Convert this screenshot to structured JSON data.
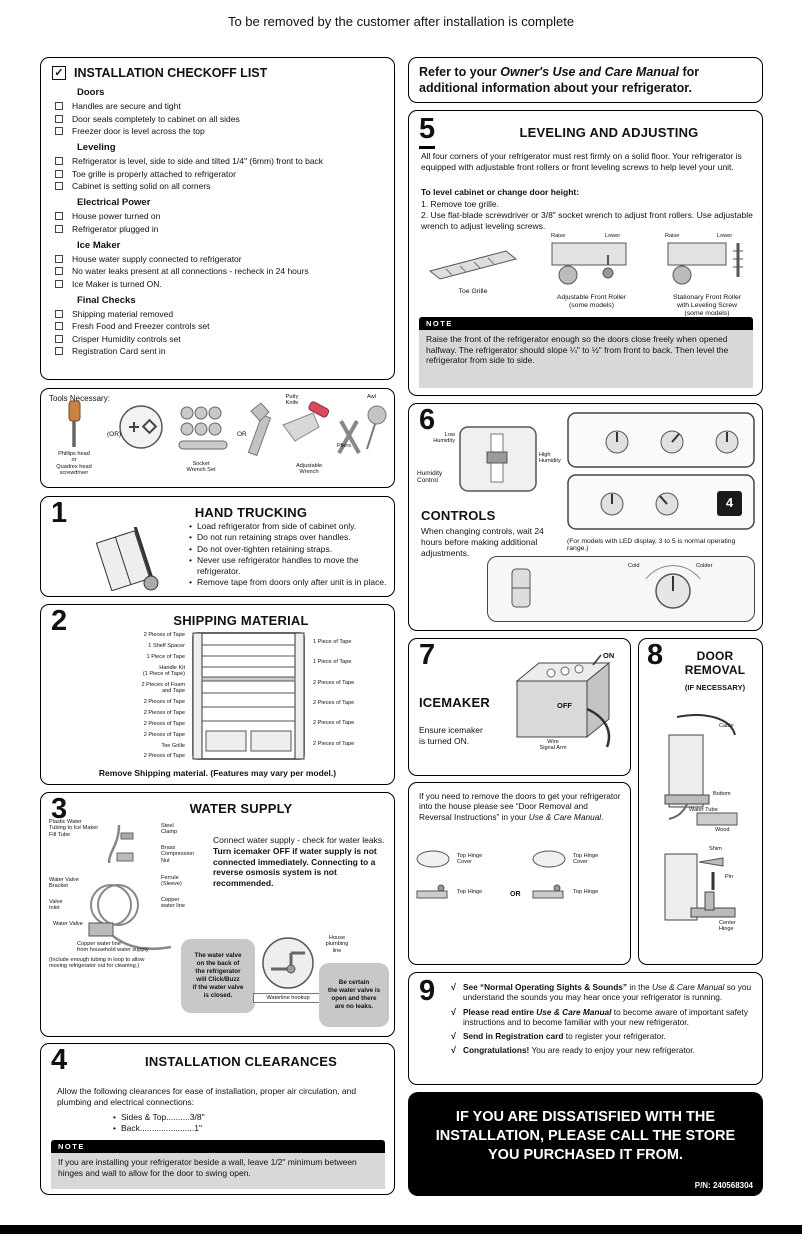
{
  "page": {
    "top_note": "To be removed by the customer after installation is complete"
  },
  "checkoff": {
    "title": "INSTALLATION CHECKOFF LIST",
    "check_glyph": "✓",
    "groups": [
      {
        "heading": "Doors",
        "items": [
          "Handles are secure and tight",
          "Door seals completely to cabinet on all sides",
          "Freezer door is level across the top"
        ]
      },
      {
        "heading": "Leveling",
        "items": [
          "Refrigerator is level, side to side and tilted 1/4\" (6mm) front to back",
          "Toe grille is properly attached to refrigerator",
          "Cabinet is setting solid on all corners"
        ]
      },
      {
        "heading": "Electrical Power",
        "items": [
          "House power turned on",
          "Refrigerator plugged in"
        ]
      },
      {
        "heading": "Ice Maker",
        "items": [
          "House water supply connected to refrigerator",
          "No water leaks present at all connections - recheck in 24 hours",
          "Ice Maker is turned ON."
        ]
      },
      {
        "heading": "Final Checks",
        "items": [
          "Shipping material removed",
          "Fresh Food and Freezer controls set",
          "Crisper Humidity controls set",
          "Registration Card sent in"
        ]
      }
    ]
  },
  "tools": {
    "title": "Tools Necessary:",
    "screwdriver_label": "Phillips  head\nor\nQuadrex  head\nscrewdriver",
    "or1": "(OR)",
    "socket_label": "Socket\nWrench Set",
    "or2": "OR",
    "putty_label": "Putty\nKnife",
    "wrench_label": "Adjustable\nWrench",
    "pliers_label": "Pliers",
    "awl_label": "Awl"
  },
  "hand_trucking": {
    "number": "1",
    "title": "HAND TRUCKING",
    "bullets": [
      "Load refrigerator from side of cabinet only.",
      "Do not run retaining straps over handles.",
      "Do not over-tighten retaining straps.",
      "Never use refrigerator handles to move the refrigerator.",
      "Remove tape from doors only after unit is in place."
    ]
  },
  "shipping": {
    "number": "2",
    "title": "SHIPPING MATERIAL",
    "left_labels": [
      "2 Pieces of Tape",
      "1 Shelf Spacer",
      "1 Piece of Tape",
      "Handle Kit\n(1 Piece of Tape)",
      "2 Pieces of Foam\nand Tape",
      "2 Pieces of Tape",
      "2 Pieces of Tape",
      "2 Pieces of Tape",
      "2 Pieces of Tape",
      "Toe Grille",
      "2 Pieces of Tape"
    ],
    "right_labels": [
      "1 Piece of Tape",
      "1 Piece of Tape",
      "2 Pieces of Tape",
      "2 Pieces of Tape",
      "2 Pieces of Tape",
      "2 Pieces of Tape"
    ],
    "caption": "Remove Shipping material. (Features may vary per model.)"
  },
  "water_supply": {
    "number": "3",
    "title": "WATER SUPPLY",
    "intro_normal": "Connect water supply - check for water leaks. ",
    "intro_bold": "Turn icemaker OFF if water supply is not connected immediately. Connecting to a reverse osmosis system is not recommended.",
    "labels": {
      "plastic": "Plastic Water\nTubing to Ice Maker\nFill Tube",
      "clamp": "Steel\nClamp",
      "nut": "Brass\nCompression\nNut",
      "ferrule": "Ferrule\n(Sleeve)",
      "copper": "Copper\nwater line",
      "bracket": "Water Valve\nBracket",
      "inlet": "Valve\nInlet",
      "valve": "Water Valve",
      "household": "Copper water line\nfrom household water supply",
      "loop_note": "(Include enough tubing in loop to allow\nmoving refrigerator out for cleaning.)"
    },
    "valve_note": "The water valve\non the back of\nthe refrigerator\nwill Click/Buzz\nif the water valve\nis closed.",
    "hookup_label": "Waterline hookup",
    "house_label": "House\nplumbing\nline",
    "be_certain": "Be certain\nthe water valve is\nopen and there\nare no leaks."
  },
  "clearances": {
    "number": "4",
    "title": "INSTALLATION CLEARANCES",
    "intro": "Allow the following clearances for ease of installation, proper air circulation, and plumbing and electrical connections:",
    "items": [
      "Sides & Top..........3/8\"",
      "Back.......................1\""
    ],
    "note_title": "NOTE",
    "note_body": "If you are installing your refrigerator beside a wall, leave 1/2\" minimum between hinges and wall to allow for the door to swing open."
  },
  "refer": {
    "pre": "Refer to your ",
    "manual": "Owner's Use and Care Manual",
    "post": " for additional information about your refrigerator."
  },
  "leveling": {
    "number": "5",
    "title": "LEVELING AND ADJUSTING",
    "intro": "All four corners of your refrigerator must rest firmly on a solid floor. Your refrigerator is equipped with adjustable front rollers or front leveling screws to help level your unit.",
    "subhead": "To level cabinet or change door height:",
    "steps": [
      "1. Remove toe grille.",
      "2. Use flat-blade screwdriver or 3/8\" socket wrench to adjust front rollers. Use adjustable wrench to adjust leveling screws."
    ],
    "raise_label": "Raise",
    "lower_label": "Lower",
    "captions": [
      "Toe Grille",
      "Adjustable Front Roller\n(some models)",
      "Stationary Front Roller\nwith Leveling Screw\n(some models)"
    ],
    "note_title": "NOTE",
    "note_body": "Raise the front of the refrigerator enough so the doors close freely when opened halfway. The refrigerator should slope ¼\" to ½\" from front to back. Then level the refrigerator from side to side."
  },
  "controls": {
    "number": "6",
    "title": "CONTROLS",
    "body": "When changing controls, wait 24 hours before making additional adjustments.",
    "humidity_low": "Low\nHumidity",
    "humidity_high": "High\nHumidity",
    "humidity_label": "Humidity\nControl",
    "led_note": "(For models with LED display, 3 to 5 is normal operating range.)",
    "display_value": "4",
    "knob_cold": "Cold",
    "knob_colder": "Colder"
  },
  "icemaker": {
    "number": "7",
    "title": "ICEMAKER",
    "body": "Ensure icemaker\nis turned ON.",
    "on_label": "ON",
    "off_label": "OFF",
    "arm_label": "Wire\nSignal Arm"
  },
  "door_note": {
    "pre": "If you need to remove the doors to get your refrigerator into the house please see “Door Removal and Reversal Instructions” in your ",
    "manual": "Use & Care Manual",
    "post": ".",
    "hinge_cover": "Top Hinge\nCover",
    "hinge": "Top Hinge",
    "or": "OR"
  },
  "door_removal": {
    "number": "8",
    "title": "DOOR\nREMOVAL",
    "subtitle": "(IF NECESSARY)",
    "cable": "Cable",
    "bottom": "Bottom",
    "water_tube": "Water Tube",
    "wood": "Wood",
    "shim": "Shim",
    "pin": "Pin",
    "center_hinge": "Center\nHinge"
  },
  "final_notes": {
    "number": "9",
    "check": "√",
    "items": [
      {
        "bold": "See “Normal Operating Sights & Sounds”",
        "mid": " in the ",
        "italic": "Use & Care Manual",
        "rest": " so you understand the sounds you may hear once your refrigerator is running."
      },
      {
        "bold": "Please read entire ",
        "mid": "",
        "italic": "Use & Care Manual",
        "rest": " to become aware of important safety instructions and to become familiar with your new refrigerator."
      },
      {
        "bold": "Send in Registration card",
        "mid": "",
        "italic": "",
        "rest": " to register your refrigerator."
      },
      {
        "bold": "Congratulations!",
        "mid": "",
        "italic": "",
        "rest": " You are ready to enjoy your new refrigerator."
      }
    ]
  },
  "dissatisfied": {
    "text": "IF YOU ARE DISSATISFIED WITH THE INSTALLATION, PLEASE CALL THE STORE YOU PURCHASED IT FROM.",
    "pn": "P/N: 240568304"
  }
}
